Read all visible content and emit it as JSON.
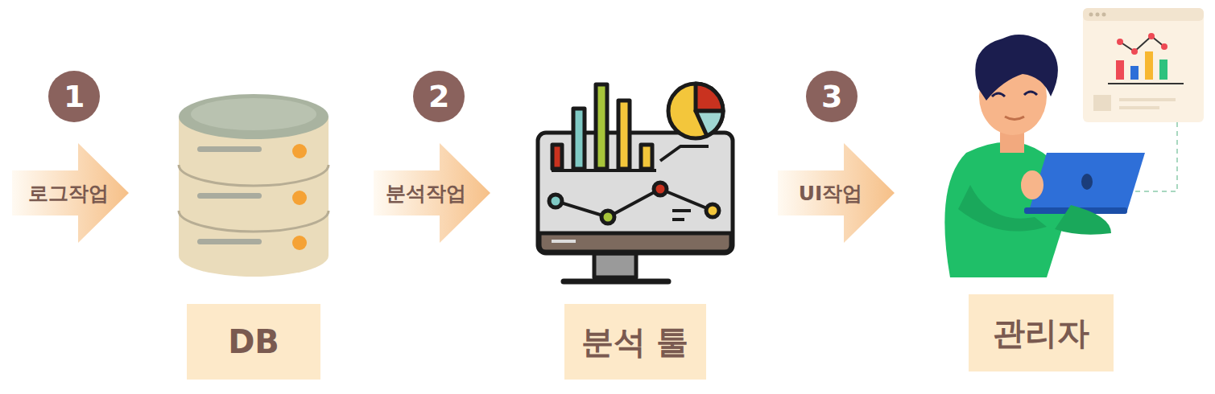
{
  "diagram": {
    "nodes": [
      {
        "text": [
          "DB"
        ]
      },
      {
        "text": [
          "분석 툴"
        ]
      },
      {
        "text": [
          "관리자"
        ]
      }
    ],
    "edges": [
      {
        "from": 0,
        "to": 1,
        "label": "분석작업",
        "arrow": "to"
      },
      {
        "from": 1,
        "to": 2,
        "label": "UI작업",
        "arrow": "to"
      }
    ],
    "labels": [
      "1",
      "로그작업",
      "2",
      "3"
    ]
  }
}
